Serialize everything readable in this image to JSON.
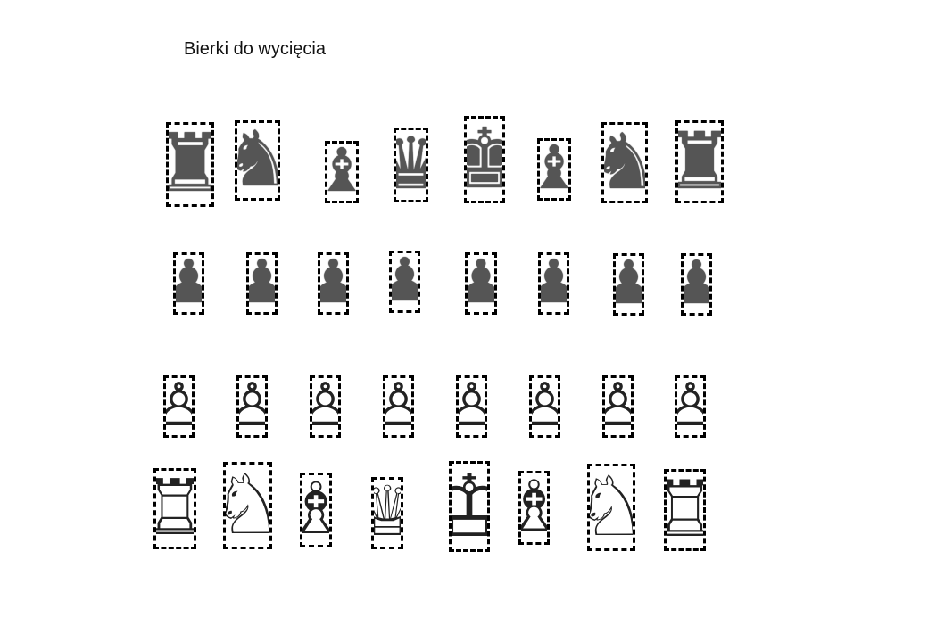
{
  "title": "Bierki do wycięcia",
  "colors": {
    "dark_piece": "#555555",
    "border": "#000000"
  },
  "rows": [
    {
      "side": "dark",
      "pieces": [
        "rook",
        "knight",
        "bishop",
        "queen",
        "king",
        "bishop",
        "knight",
        "rook"
      ]
    },
    {
      "side": "dark",
      "pieces": [
        "pawn",
        "pawn",
        "pawn",
        "pawn",
        "pawn",
        "pawn",
        "pawn",
        "pawn"
      ]
    },
    {
      "side": "light",
      "pieces": [
        "pawn",
        "pawn",
        "pawn",
        "pawn",
        "pawn",
        "pawn",
        "pawn",
        "pawn"
      ]
    },
    {
      "side": "light",
      "pieces": [
        "rook",
        "knight",
        "bishop",
        "queen",
        "king",
        "bishop",
        "knight",
        "rook"
      ]
    }
  ]
}
